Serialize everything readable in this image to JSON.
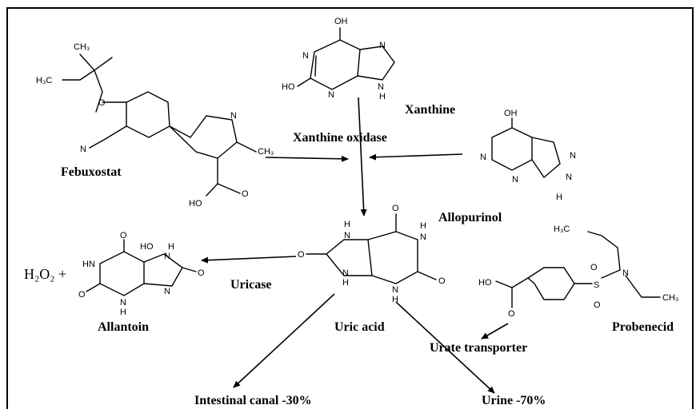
{
  "labels": {
    "xanthine": "Xanthine",
    "xanthine_oxidase": "Xanthine oxidase",
    "febuxostat": "Febuxostat",
    "allopurinol": "Allopurinol",
    "uric_acid": "Uric acid",
    "uricase": "Uricase",
    "allantoin": "Allantoin",
    "h2o2_plus": "H₂O₂ +",
    "probenecid": "Probenecid",
    "urate_transporter": "Urate transporter",
    "intestinal": "Intestinal canal -30%",
    "urine": "Urine -70%"
  },
  "atoms": {
    "xanthine": {
      "oh": "OH",
      "n1": "N",
      "n3": "N",
      "n7": "N",
      "n9h": "N",
      "h9": "H",
      "ho": "HO"
    },
    "febuxostat": {
      "ch3_top": "CH₃",
      "h3c": "H₃C",
      "o": "O",
      "n_nitrile": "N",
      "n_ring": "N",
      "ch3_ring": "CH₃",
      "ho_acid": "HO",
      "o_acid": "O"
    },
    "allopurinol": {
      "oh": "OH",
      "n_a": "N",
      "n_b": "N",
      "n_c": "N",
      "n_d": "N",
      "h": "H"
    },
    "uric_acid": {
      "h7": "H",
      "n7": "N",
      "n9": "N",
      "h9": "H",
      "h1": "H",
      "n1": "N",
      "n3": "N",
      "h3": "H",
      "o6": "O",
      "o8": "O",
      "o2": "O"
    },
    "allantoin": {
      "o_top": "O",
      "ho": "HO",
      "h_top": "H",
      "n_top": "N",
      "hn": "HN",
      "n_bot": "N",
      "h_bot": "H",
      "n_right": "N",
      "o_left": "O",
      "o_right": "O"
    },
    "probenecid": {
      "h3c": "H₃C",
      "n": "N",
      "s": "S",
      "o1": "O",
      "o2": "O",
      "ch3": "CH₃",
      "ho": "HO",
      "o_acid": "O"
    }
  }
}
